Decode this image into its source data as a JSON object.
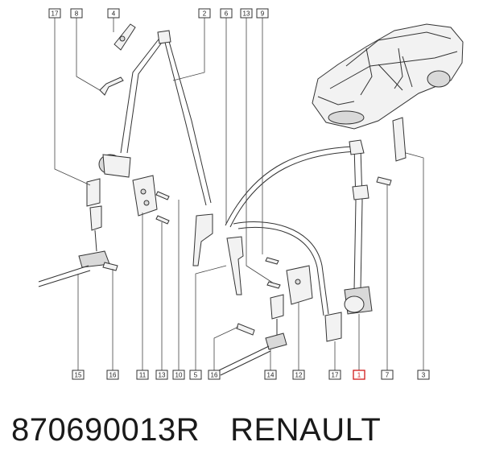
{
  "callouts": [
    {
      "id": "c17a",
      "label": "17"
    },
    {
      "id": "c8",
      "label": "8"
    },
    {
      "id": "c4",
      "label": "4"
    },
    {
      "id": "c2",
      "label": "2"
    },
    {
      "id": "c6",
      "label": "6"
    },
    {
      "id": "c13a",
      "label": "13"
    },
    {
      "id": "c9",
      "label": "9"
    },
    {
      "id": "c15",
      "label": "15"
    },
    {
      "id": "c16a",
      "label": "16"
    },
    {
      "id": "c11",
      "label": "11"
    },
    {
      "id": "c13b",
      "label": "13"
    },
    {
      "id": "c10",
      "label": "10"
    },
    {
      "id": "c5",
      "label": "5"
    },
    {
      "id": "c16b",
      "label": "16"
    },
    {
      "id": "c14",
      "label": "14"
    },
    {
      "id": "c12",
      "label": "12"
    },
    {
      "id": "c17b",
      "label": "17"
    },
    {
      "id": "c1",
      "label": "1"
    },
    {
      "id": "c7",
      "label": "7"
    },
    {
      "id": "c3",
      "label": "3"
    }
  ],
  "highlight_color": "#d11a1a",
  "caption": {
    "part_number": "870690013R",
    "brand": "RENAULT"
  }
}
